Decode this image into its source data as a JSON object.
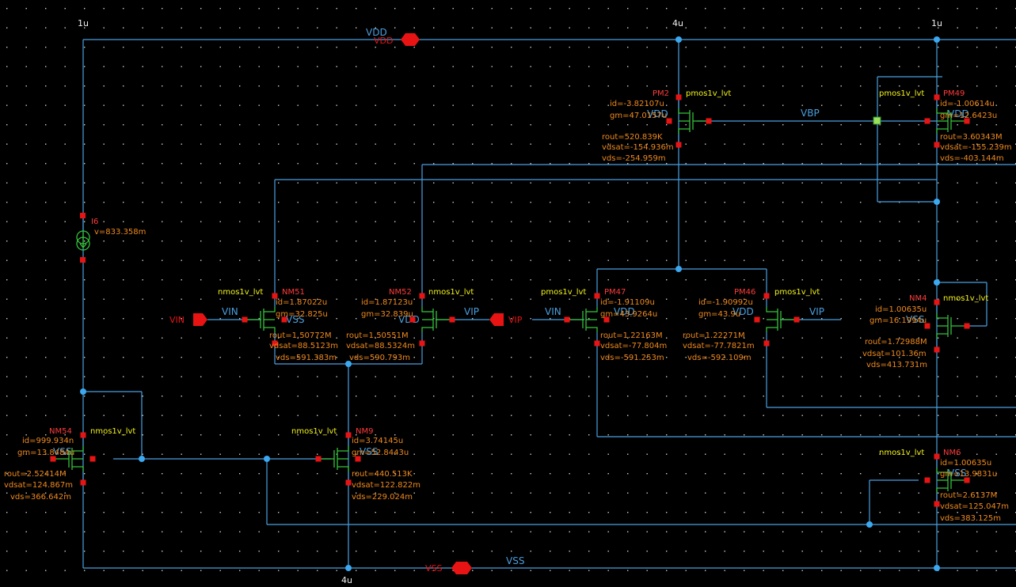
{
  "schematic": {
    "rails": {
      "vdd_label": "VDD",
      "vdd_pin": "VDD",
      "vss_label": "VSS",
      "vss_pin": "VSS"
    },
    "multipliers": [
      {
        "id": "m-i6",
        "text": "1u"
      },
      {
        "id": "m-pm2",
        "text": "4u"
      },
      {
        "id": "m-pm49",
        "text": "1u"
      },
      {
        "id": "m-nm9",
        "text": "4u"
      }
    ],
    "nets": [
      {
        "id": "vin-left",
        "text": "VIN"
      },
      {
        "id": "vip-mid",
        "text": "VIP"
      },
      {
        "id": "vin-mid",
        "text": "VIN"
      },
      {
        "id": "vip-right",
        "text": "VIP"
      },
      {
        "id": "vbp",
        "text": "VBP"
      },
      {
        "id": "vdd-pm2",
        "text": "VDD"
      },
      {
        "id": "vdd-pm49",
        "text": "VDD"
      },
      {
        "id": "vss-nm51",
        "text": "VSS"
      },
      {
        "id": "vdd-nm52",
        "text": "VDD"
      },
      {
        "id": "vdd-pm47",
        "text": "VDD"
      },
      {
        "id": "vdd-pm46",
        "text": "VDD"
      },
      {
        "id": "vss-nm4",
        "text": "VSS"
      },
      {
        "id": "vss-nm54",
        "text": "VSS"
      },
      {
        "id": "vss-nm9",
        "text": "VSS"
      },
      {
        "id": "vss-nm6",
        "text": "VSS"
      },
      {
        "id": "vss-bottom",
        "text": "VSS"
      }
    ],
    "pins": [
      {
        "id": "vin-pin",
        "text": "VIN"
      },
      {
        "id": "vip-pin",
        "text": "VIP"
      }
    ],
    "source": {
      "name": "I6",
      "param": "v=833.358m"
    },
    "devices": [
      {
        "id": "pm2",
        "name": "PM2",
        "model": "pmos1v_lvt",
        "params": [
          "id=-3.82107u",
          "gm=47.0157u",
          "rout=520.839K",
          "vdsat=-154.936m",
          "vds=-254.959m"
        ]
      },
      {
        "id": "pm49",
        "name": "PM49",
        "model": "pmos1v_lvt",
        "params": [
          "id=-1.00614u",
          "gm=12.6423u",
          "rout=3.60343M",
          "vdsat=-155.239m",
          "vds=-403.144m"
        ]
      },
      {
        "id": "nm51",
        "name": "NM51",
        "model": "nmos1v_lvt",
        "params": [
          "id=1.87022u",
          "gm=32.825u",
          "rout=1.50772M",
          "vdsat=88.5123m",
          "vds=591.383m"
        ]
      },
      {
        "id": "nm52",
        "name": "NM52",
        "model": "nmos1v_lvt",
        "params": [
          "id=1.87123u",
          "gm=32.839u",
          "rout=1.50551M",
          "vdsat=88.5324m",
          "vds=590.793m"
        ]
      },
      {
        "id": "pm47",
        "name": "PM47",
        "model": "pmos1v_lvt",
        "params": [
          "id=-1.91109u",
          "gm=43.9264u",
          "rout=1.22163M",
          "vdsat=-77.804m",
          "vds=-591.253m"
        ]
      },
      {
        "id": "pm46",
        "name": "PM46",
        "model": "pmos1v_lvt",
        "params": [
          "id=-1.90992u",
          "gm=43.9u",
          "rout=1.22271M",
          "vdsat=-77.7821m",
          "vds=-592.109m"
        ]
      },
      {
        "id": "nm4",
        "name": "NM4",
        "model": "nmos1v_lvt",
        "params": [
          "id=1.00635u",
          "gm=16.1994u",
          "rout=1.72988M",
          "vdsat=101.36m",
          "vds=413.731m"
        ]
      },
      {
        "id": "nm54",
        "name": "NM54",
        "model": "nmos1v_lvt",
        "params": [
          "id=999.934n",
          "gm=13.8484u",
          "rout=2.52414M",
          "vdsat=124.867m",
          "vds=366.642m"
        ]
      },
      {
        "id": "nm9",
        "name": "NM9",
        "model": "nmos1v_lvt",
        "params": [
          "id=3.74145u",
          "gm=52.8443u",
          "rout=440.513K",
          "vdsat=122.822m",
          "vds=229.024m"
        ]
      },
      {
        "id": "nm6",
        "name": "NM6",
        "model": "nmos1v_lvt",
        "params": [
          "id=1.00635u",
          "gm=13.9831u",
          "rout=2.6137M",
          "vdsat=125.047m",
          "vds=383.125m"
        ]
      }
    ]
  }
}
